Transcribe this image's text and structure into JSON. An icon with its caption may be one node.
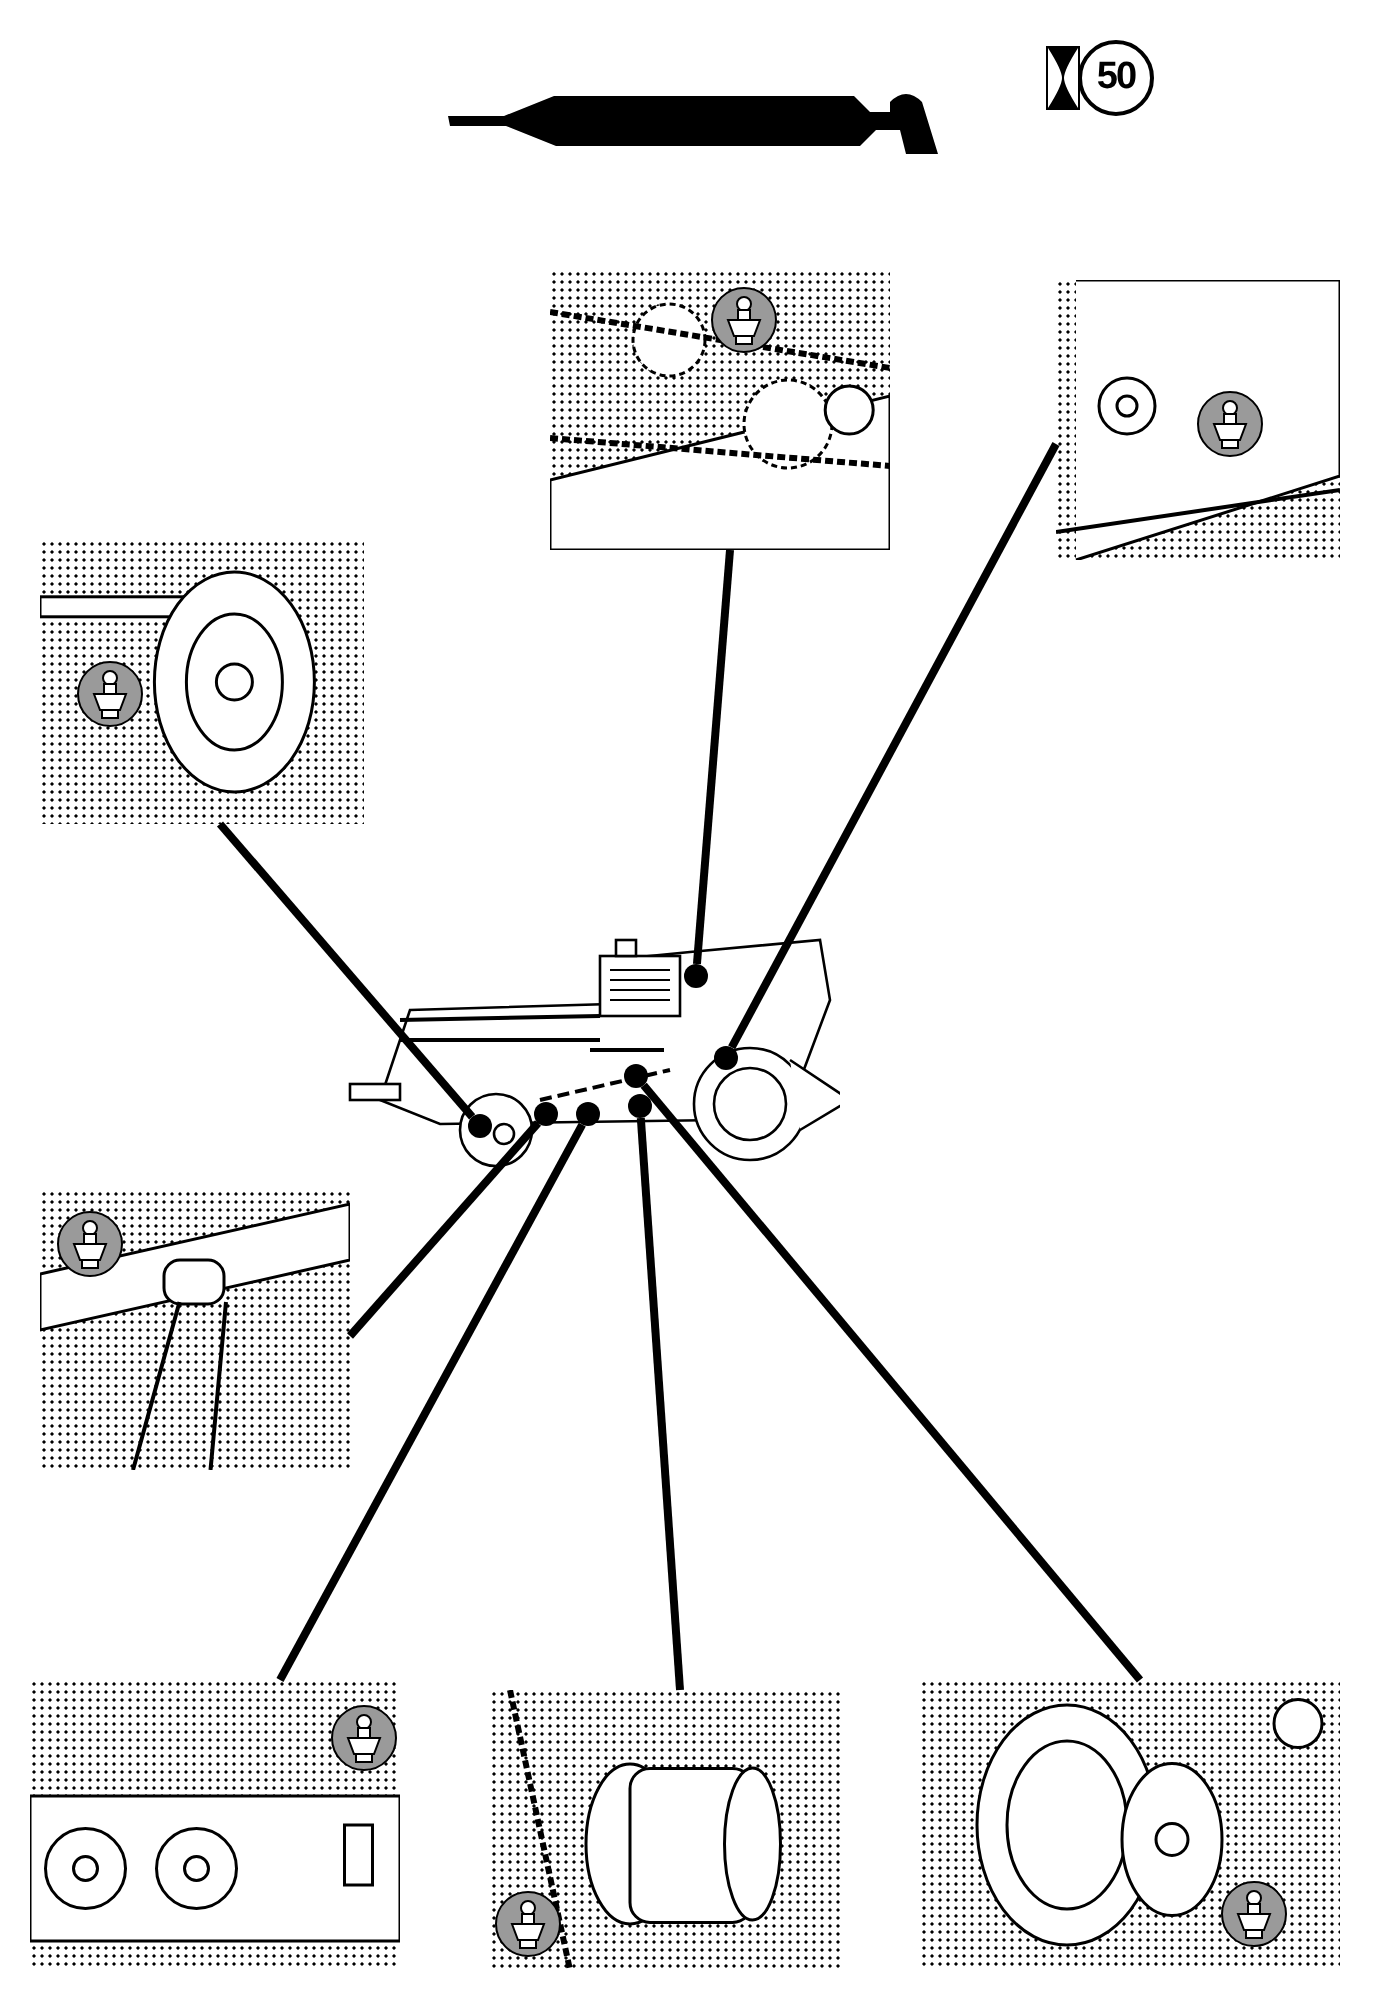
{
  "diagram": {
    "nodes": [
      {
        "text": [],
        "shape": "picture"
      },
      {
        "text": [],
        "shape": "picture"
      },
      {
        "text": [],
        "shape": "picture"
      },
      {
        "text": [],
        "shape": "picture"
      },
      {
        "text": [],
        "shape": "circle",
        "in": 3
      },
      {
        "text": [],
        "shape": "circle",
        "in": 3
      },
      {
        "text": [],
        "shape": "circle",
        "in": 3
      },
      {
        "text": [],
        "shape": "circle",
        "in": 3
      },
      {
        "text": [],
        "shape": "circle",
        "in": 3
      },
      {
        "text": [],
        "shape": "circle",
        "in": 3
      },
      {
        "text": [],
        "shape": "circle",
        "in": 3
      },
      {
        "text": [],
        "shape": "picture"
      },
      {
        "text": [],
        "shape": "picture"
      },
      {
        "text": [],
        "shape": "picture"
      },
      {
        "text": [],
        "shape": "picture"
      }
    ],
    "edges": [
      {
        "from": 0,
        "to": 4,
        "arrow": "none"
      },
      {
        "from": 1,
        "to": 5,
        "arrow": "none"
      },
      {
        "from": 2,
        "to": 10,
        "arrow": "none"
      },
      {
        "from": 11,
        "to": 8,
        "arrow": "none"
      },
      {
        "from": 12,
        "to": 9,
        "arrow": "none"
      },
      {
        "from": 13,
        "to": 7,
        "arrow": "none"
      },
      {
        "from": 14,
        "to": 6,
        "arrow": "none"
      }
    ],
    "labels": [
      "50"
    ]
  }
}
